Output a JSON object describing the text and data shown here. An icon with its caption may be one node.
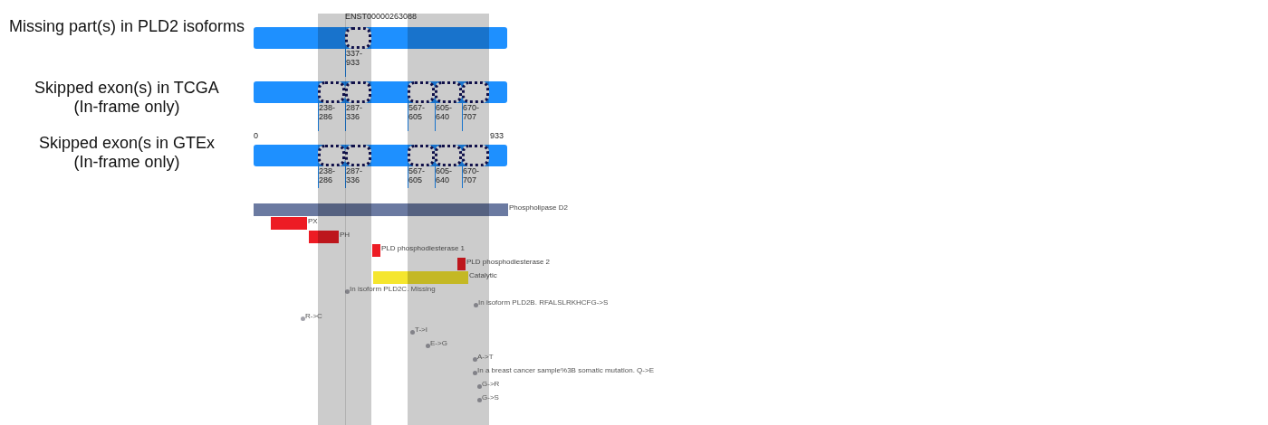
{
  "diagram": {
    "nodes": [
      {
        "text": [],
        "shape": "bar",
        "beside": [
          "Missing part(s) in PLD2 isoforms"
        ]
      },
      {
        "text": [],
        "shape": "box",
        "in": 0,
        "beside": [
          "337-933"
        ]
      },
      {
        "text": [],
        "shape": "bar",
        "beside": [
          "Skipped exon(s) in TCGA (In-frame only)"
        ]
      },
      {
        "text": [],
        "shape": "box",
        "in": 2,
        "beside": [
          "238-286"
        ]
      },
      {
        "text": [],
        "shape": "box",
        "in": 2,
        "beside": [
          "287-336"
        ]
      },
      {
        "text": [],
        "shape": "box",
        "in": 2,
        "beside": [
          "567-605"
        ]
      },
      {
        "text": [],
        "shape": "box",
        "in": 2,
        "beside": [
          "605-640"
        ]
      },
      {
        "text": [],
        "shape": "box",
        "in": 2,
        "beside": [
          "670-707"
        ]
      },
      {
        "text": [],
        "shape": "bar",
        "beside": [
          "Skipped exon(s in GTEx (In-frame only)"
        ]
      },
      {
        "text": [],
        "shape": "box",
        "in": 8,
        "beside": [
          "238-286"
        ]
      },
      {
        "text": [],
        "shape": "box",
        "in": 8,
        "beside": [
          "287-336"
        ]
      },
      {
        "text": [],
        "shape": "box",
        "in": 8,
        "beside": [
          "567-605"
        ]
      },
      {
        "text": [],
        "shape": "box",
        "in": 8,
        "beside": [
          "605-640"
        ]
      },
      {
        "text": [],
        "shape": "box",
        "in": 8,
        "beside": [
          "670-707"
        ]
      },
      {
        "text": [],
        "shape": "bar",
        "beside": [
          "Phospholipase D2"
        ]
      },
      {
        "text": [],
        "shape": "bar",
        "beside": [
          "PX"
        ]
      },
      {
        "text": [],
        "shape": "bar",
        "beside": [
          "PH"
        ]
      },
      {
        "text": [],
        "shape": "bar",
        "beside": [
          "PLD phosphodiesterase 1"
        ]
      },
      {
        "text": [],
        "shape": "bar",
        "beside": [
          "PLD phosphodiesterase 2"
        ]
      },
      {
        "text": [],
        "shape": "bar",
        "beside": [
          "Catalytic"
        ]
      },
      {
        "text": [],
        "shape": "circle",
        "beside": [
          "In isoform PLD2C. Missing"
        ]
      },
      {
        "text": [],
        "shape": "circle",
        "beside": [
          "In isoform PLD2B. RFALSLRKHCFG->S"
        ]
      },
      {
        "text": [],
        "shape": "circle",
        "beside": [
          "R->C"
        ]
      },
      {
        "text": [],
        "shape": "circle",
        "beside": [
          "T->I"
        ]
      },
      {
        "text": [],
        "shape": "circle",
        "beside": [
          "E->G"
        ]
      },
      {
        "text": [],
        "shape": "circle",
        "beside": [
          "A->T"
        ]
      },
      {
        "text": [],
        "shape": "circle",
        "beside": [
          "In a breast cancer sample%3B somatic mutation. Q->E"
        ]
      },
      {
        "text": [],
        "shape": "circle",
        "beside": [
          "G->R"
        ]
      },
      {
        "text": [],
        "shape": "circle",
        "beside": [
          "G->S"
        ]
      }
    ],
    "labels": [
      "ENST00000263088",
      "0",
      "933"
    ]
  }
}
